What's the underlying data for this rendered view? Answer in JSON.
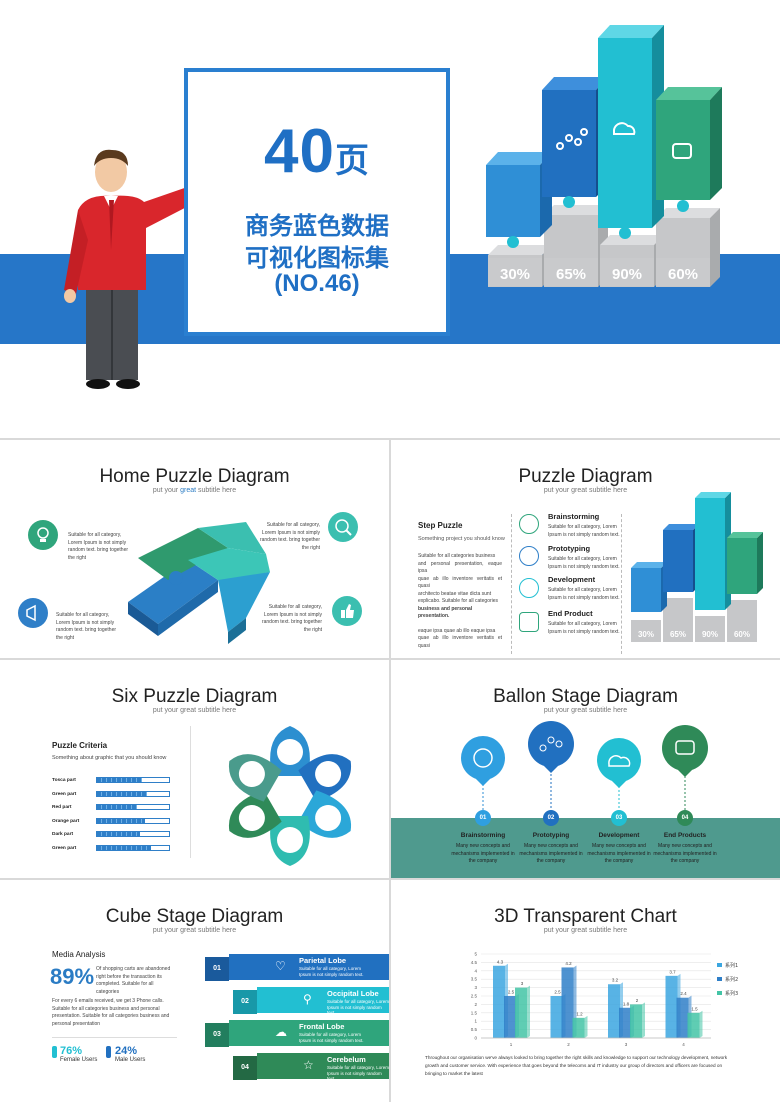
{
  "cover": {
    "big_number": "40",
    "big_unit": "页",
    "line1": "商务蓝色数据",
    "line2": "可视化图标集",
    "line3": "(NO.46)",
    "pct": [
      "30%",
      "65%",
      "90%",
      "60%"
    ],
    "colors": {
      "band": "#2676c8",
      "title": "#1f6fc4"
    }
  },
  "s1": {
    "title": "Home Puzzle Diagram",
    "subtitle_a": "put your ",
    "subtitle_b": "great",
    "subtitle_c": " subtitle here",
    "tl": [
      "Suitable for all category,",
      "Lorem Ipsum is not simply",
      "random text. bring together",
      "the right"
    ],
    "tr": [
      "Suitable for all category,",
      "Lorem Ipsum is not simply",
      "random text. bring together",
      "the right"
    ],
    "bl": [
      "Suitable for all category,",
      "Lorem Ipsum is not simply",
      "random text. bring together",
      "the right"
    ],
    "br": [
      "Suitable for all category,",
      "Lorem Ipsum is not simply",
      "random text. bring together",
      "the right"
    ]
  },
  "s2": {
    "title": "Puzzle Diagram",
    "subtitle": "put your great subtitle here",
    "step_title": "Step Puzzle",
    "step_intro": "Something project you should know",
    "para1": [
      "Suitable for all categories business",
      "and personal presentation, eaque ipsa",
      "quae ab illo inventore veritatis et quasi",
      "architecto beatae vitae dicta sunt",
      "explicabo. Suitable for all categories",
      "business and personal",
      "presentation."
    ],
    "para2": [
      "eaque ipsa quae ab illo eaque ipsa",
      "quae ab illo inventore veritatis et quasi"
    ],
    "items": [
      {
        "title": "Brainstorming",
        "desc": [
          "Suitable for all category, Lorem",
          "Ipsum is not simply random text."
        ]
      },
      {
        "title": "Prototyping",
        "desc": [
          "Suitable for all category, Lorem",
          "Ipsum is not simply random text."
        ]
      },
      {
        "title": "Development",
        "desc": [
          "Suitable for all category, Lorem",
          "Ipsum is not simply random text."
        ]
      },
      {
        "title": "End Product",
        "desc": [
          "Suitable for all category, Lorem",
          "Ipsum is not simply random text."
        ]
      }
    ],
    "pct": [
      "30%",
      "65%",
      "90%",
      "60%"
    ]
  },
  "s3": {
    "title": "Six Puzzle Diagram",
    "subtitle": "put your great subtitle here",
    "criteria_title": "Puzzle Criteria",
    "criteria_intro": "Something about graphic that you should know",
    "parts": [
      "Tosca part",
      "Green part",
      "Red part",
      "Orange part",
      "Dark part",
      "Green part"
    ],
    "part_fill": [
      0.62,
      0.7,
      0.55,
      0.66,
      0.6,
      0.75
    ]
  },
  "s4": {
    "title": "Ballon Stage Diagram",
    "subtitle": "put your great subtitle here",
    "stages": [
      {
        "num": "01",
        "title": "Brainstorming",
        "desc": [
          "Many new concepts and",
          "mechanisms implemented in",
          "the company"
        ]
      },
      {
        "num": "02",
        "title": "Prototyping",
        "desc": [
          "Many new concepts and",
          "mechanisms implemented in",
          "the company"
        ]
      },
      {
        "num": "03",
        "title": "Development",
        "desc": [
          "Many new concepts and",
          "mechanisms implemented in",
          "the company"
        ]
      },
      {
        "num": "04",
        "title": "End Products",
        "desc": [
          "Many new concepts and",
          "mechanisms implemented in",
          "the company"
        ]
      }
    ]
  },
  "s5": {
    "title": "Cube Stage Diagram",
    "subtitle": "put your great subtitle here",
    "media_title": "Media Analysis",
    "big_pct": "89%",
    "big_desc": [
      "Of shopping carts are abandoned",
      "right before the transaction its",
      "completed. Suitable for all categories"
    ],
    "para": [
      "For every 6 emails received, we get 3 Phone calls.",
      "Suitable for all categories business and personal",
      "presentation. Suitable for all categories business and",
      "personal presentation"
    ],
    "female_pct": "76%",
    "female_label": "Female Users",
    "male_pct": "24%",
    "male_label": "Male Users",
    "stages": [
      {
        "num": "01",
        "title": "Parietal Lobe",
        "desc": [
          "Suitable for all category, Lorem",
          "Ipsum is not simply random text."
        ]
      },
      {
        "num": "02",
        "title": "Occipital Lobe",
        "desc": [
          "Suitable for all category, Lorem",
          "Ipsum is not simply random text."
        ]
      },
      {
        "num": "03",
        "title": "Frontal Lobe",
        "desc": [
          "Suitable for all category, Lorem",
          "Ipsum is not simply random text."
        ]
      },
      {
        "num": "04",
        "title": "Cerebelum",
        "desc": [
          "Suitable for all category, Lorem",
          "Ipsum is not simply random text."
        ]
      }
    ]
  },
  "s6": {
    "title": "3D Transparent Chart",
    "subtitle": "put your great subtitle here",
    "footer": [
      "Throughout our organisation we've always looked to bring together the right skills and knowledge to support our technology development, network",
      "growth and customer service. With experience that goes beyond the telecoms and IT industry our group of directors and officers are focused on",
      "bringing to market the latest"
    ]
  },
  "chart_data": {
    "type": "bar",
    "categories": [
      "1",
      "2",
      "3",
      "4"
    ],
    "series": [
      {
        "name": "系列1",
        "values": [
          4.3,
          2.5,
          3.2,
          3.7
        ]
      },
      {
        "name": "系列2",
        "values": [
          2.5,
          4.2,
          1.8,
          2.4
        ]
      },
      {
        "name": "系列3",
        "values": [
          3,
          1.2,
          2,
          1.5
        ]
      }
    ],
    "ylim": [
      0,
      5
    ],
    "yticks": [
      "0",
      "0.5",
      "1",
      "1.5",
      "2",
      "2.5",
      "3",
      "3.5",
      "4",
      "4.5",
      "5"
    ],
    "data_labels": [
      [
        "4.3",
        "2.5",
        "3.2",
        "3.7"
      ],
      [
        "2.5",
        "4.2",
        "1.8",
        "2.4"
      ],
      [
        "3",
        "1.2",
        "2",
        "1.5"
      ]
    ],
    "colors": [
      "#3ba6e0",
      "#2f7fc8",
      "#43c4a6"
    ],
    "grid": true,
    "legend": "right"
  }
}
